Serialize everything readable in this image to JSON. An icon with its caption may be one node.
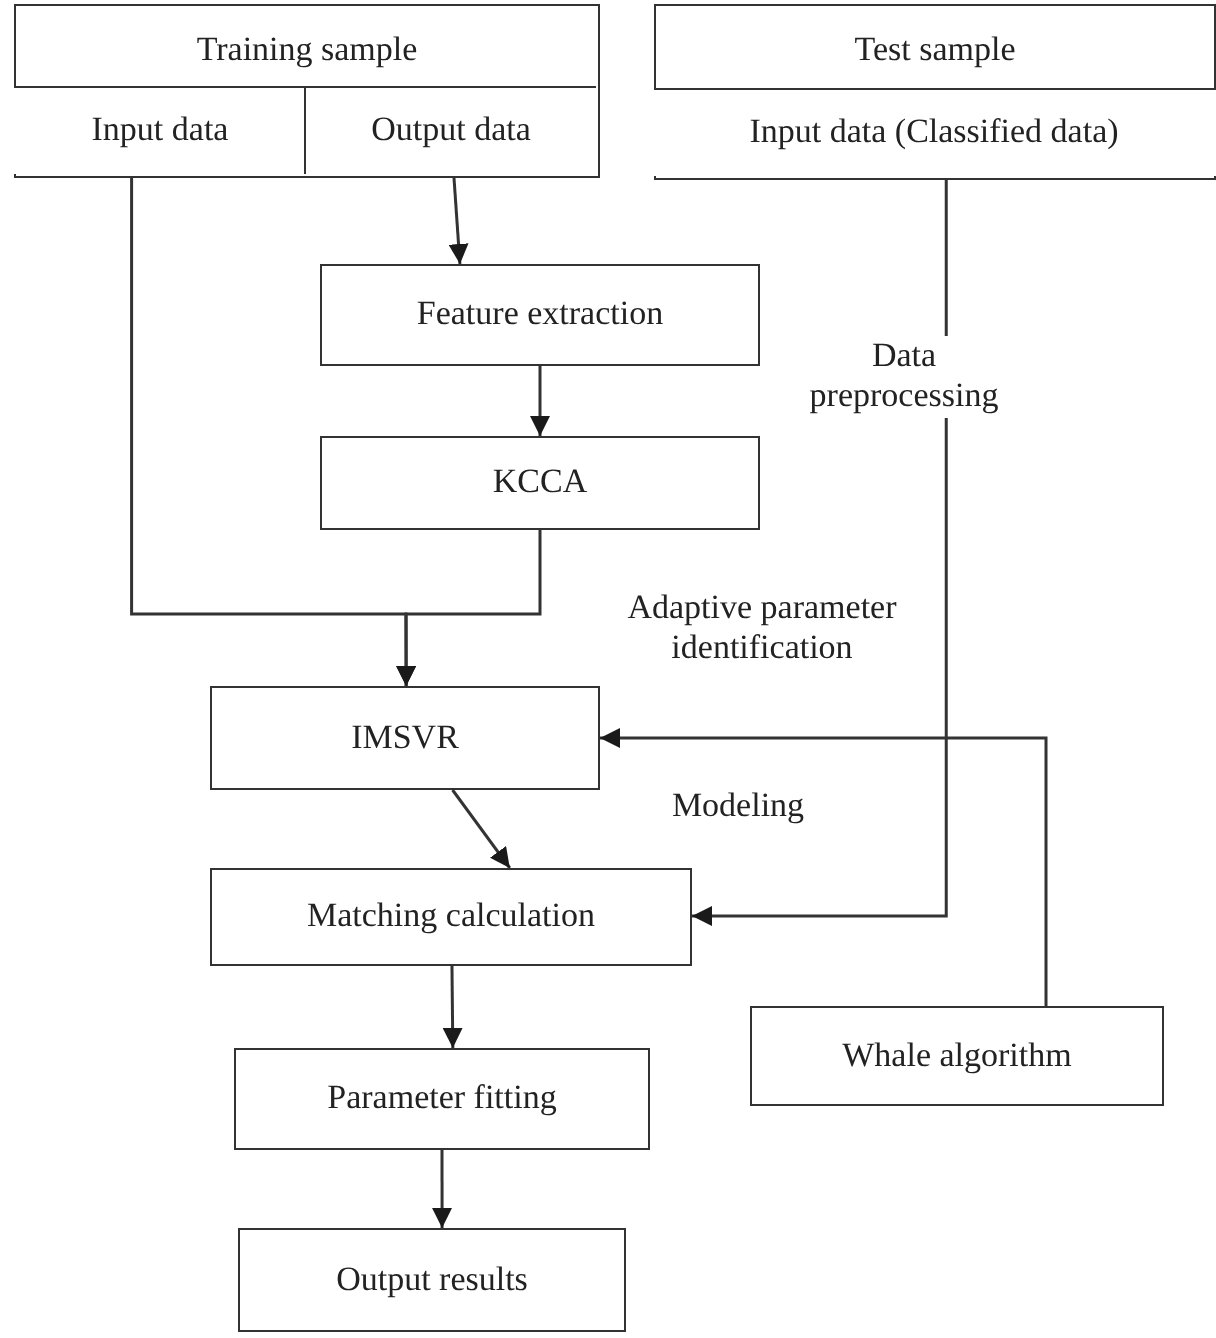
{
  "diagram": {
    "nodes": [
      {
        "text": [
          "Training sample"
        ]
      },
      {
        "text": [
          "Input data"
        ],
        "in": 0
      },
      {
        "text": [
          "Output data"
        ],
        "in": 0
      },
      {
        "text": [
          "Test sample"
        ]
      },
      {
        "text": [
          "Input data (Classified data)"
        ],
        "in": 3
      },
      {
        "text": [
          "Feature extraction"
        ]
      },
      {
        "text": [
          "KCCA"
        ]
      },
      {
        "text": [
          "IMSVR"
        ]
      },
      {
        "text": [
          "Matching calculation"
        ]
      },
      {
        "text": [
          "Parameter fitting"
        ]
      },
      {
        "text": [
          "Output results"
        ]
      },
      {
        "text": [
          "Whale algorithm"
        ]
      }
    ],
    "edges": [
      {
        "from": 2,
        "to": 5,
        "arrow": "to"
      },
      {
        "from": 5,
        "to": 6,
        "arrow": "to"
      },
      {
        "from": 1,
        "to": 7,
        "arrow": "to"
      },
      {
        "from": 6,
        "to": 7,
        "arrow": "to"
      },
      {
        "from": 7,
        "to": 8,
        "arrow": "to"
      },
      {
        "from": 8,
        "to": 9,
        "arrow": "to"
      },
      {
        "from": 9,
        "to": 10,
        "arrow": "to"
      },
      {
        "from": 4,
        "to": 8,
        "arrow": "to",
        "label": "Data preprocessing"
      },
      {
        "from": 11,
        "to": 7,
        "arrow": "to"
      }
    ],
    "labels": [
      "Adaptive parameter identification",
      "Modeling"
    ]
  }
}
